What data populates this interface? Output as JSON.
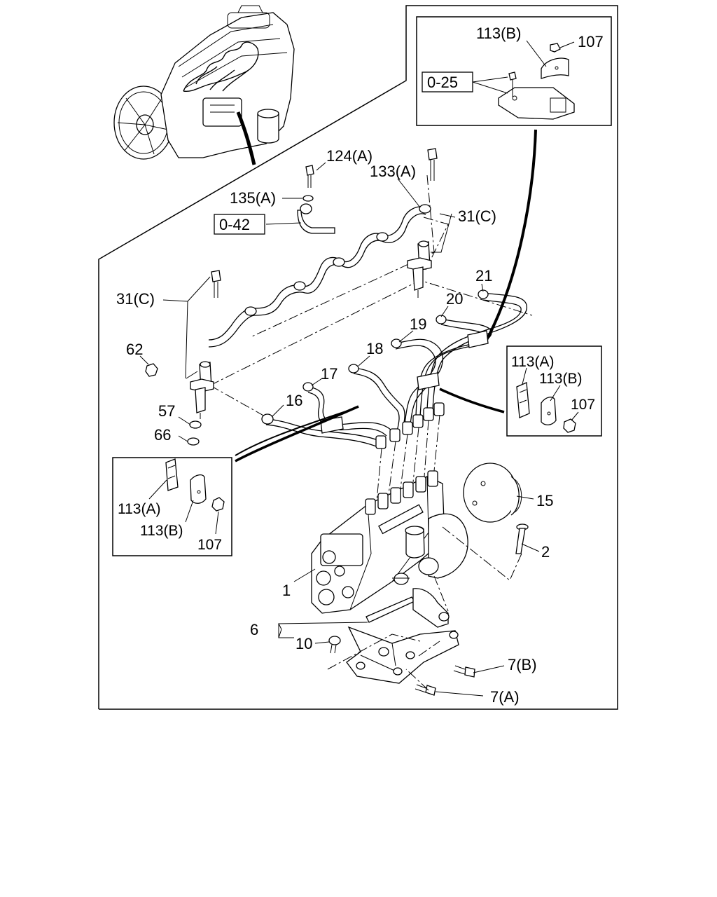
{
  "callouts": {
    "p113b_top": "113(B)",
    "p107_top": "107",
    "ref_025": "0-25",
    "p124a": "124(A)",
    "p133a": "133(A)",
    "p135a": "135(A)",
    "ref_042": "0-42",
    "p31c_right": "31(C)",
    "p21": "21",
    "p20": "20",
    "p19": "19",
    "p18": "18",
    "p17": "17",
    "p16": "16",
    "p31c_left": "31(C)",
    "p62": "62",
    "p57": "57",
    "p66": "66",
    "p113a_right": "113(A)",
    "p113b_right": "113(B)",
    "p107_right": "107",
    "p113a_left": "113(A)",
    "p113b_left": "113(B)",
    "p107_left": "107",
    "p15": "15",
    "p2": "2",
    "p1": "1",
    "p6": "6",
    "p10": "10",
    "p7b": "7(B)",
    "p7a": "7(A)"
  }
}
